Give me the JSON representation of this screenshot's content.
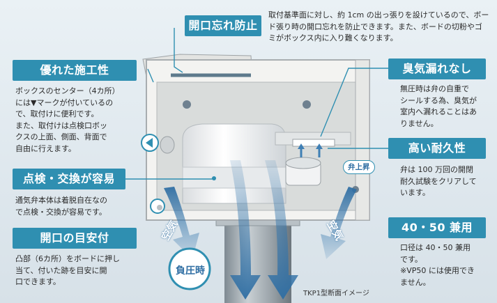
{
  "features": {
    "opening_guard": {
      "title": "開口忘れ防止",
      "lines": [
        "取付基準面に対し、約 1cm の出っ張りを設けているので、ボー",
        "ド張り時の開口忘れを防止できます。また、ボードの切粉やゴ",
        "ミがボックス内に入り難くなります。"
      ]
    },
    "workability": {
      "title": "優れた施工性",
      "lines": [
        "ボックスのセンター（4カ所）",
        "には▼マークが付いているの",
        "で、取付けに便利です。",
        "また、取付けは点検口ボッ",
        "クスの上面、側面、背面で",
        "自由に行えます。"
      ]
    },
    "inspection": {
      "title": "点検・交換が容易",
      "lines": [
        "通気弁本体は着脱自在なの",
        "で点検・交換が容易です。"
      ]
    },
    "opening_marker": {
      "title": "開口の目安付",
      "lines": [
        "凸部（6カ所）をボードに押し",
        "当て、付いた跡を目安に開",
        "口できます。"
      ]
    },
    "odor_proof": {
      "title": "臭気漏れなし",
      "lines": [
        "無圧時は弁の自重で",
        "シールする為、臭気が",
        "室内へ漏れることはあ",
        "りません。"
      ]
    },
    "durability": {
      "title": "高い耐久性",
      "lines": [
        "弁は 100 万回の開閉",
        "耐久試験をクリアして",
        "います。"
      ]
    },
    "sizes": {
      "title": "40・50 兼用",
      "lines": [
        "口径は 40・50 兼用",
        "です。",
        "※VP50 には使用でき",
        "ません。"
      ]
    }
  },
  "diagram": {
    "valve_up_label": "弁上昇",
    "negative_pressure_label": "負圧時",
    "air_left": "空気",
    "air_right": "空気",
    "caption": "TKP1型断面イメージ"
  },
  "colors": {
    "badge": "#2f8fb1",
    "arrow": "#3f7fb4",
    "box": "#f3f3f1"
  }
}
